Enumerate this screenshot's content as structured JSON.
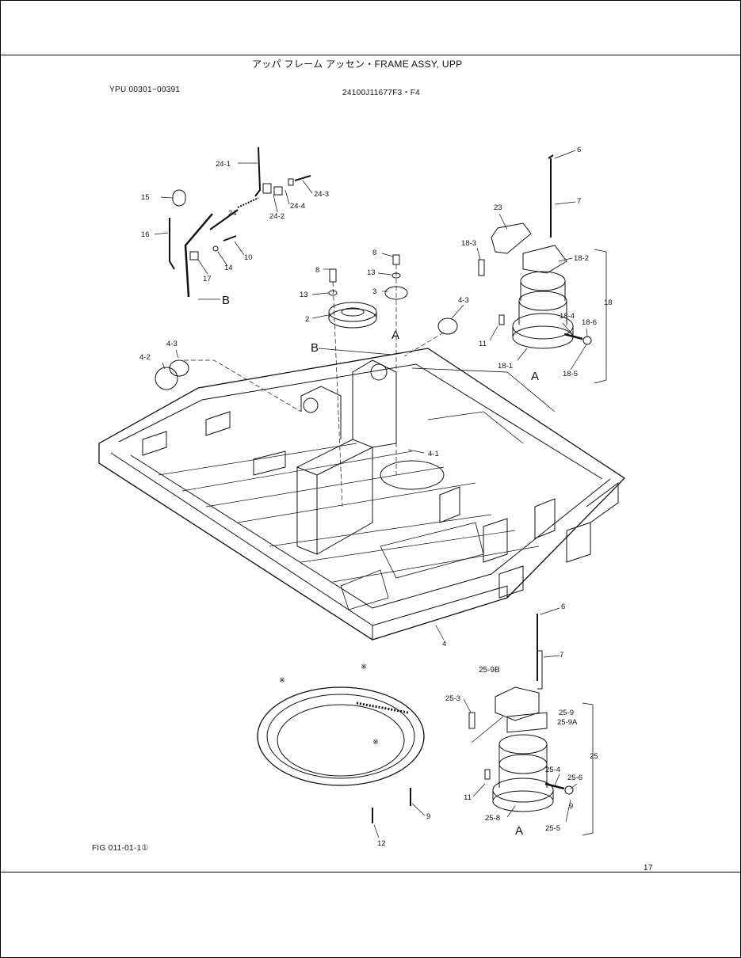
{
  "header": {
    "title": "アッパ フレーム アッセン・FRAME ASSY, UPP",
    "serial_range": "YPU 00301~00391",
    "part_number": "24100J11677F3・F4"
  },
  "footer": {
    "figure_id": "FIG 011-01-1①",
    "page_number": "17"
  },
  "callouts": {
    "c24_1": "24-1",
    "c24_3": "24-3",
    "c24_4": "24-4",
    "c24_2": "24-2",
    "c24": "24",
    "c15": "15",
    "c16": "16",
    "c17": "17",
    "c14": "14",
    "c10": "10",
    "cB1": "B",
    "c8a": "8",
    "c13a": "13",
    "c2": "2",
    "c8b": "8",
    "c13b": "13",
    "c3": "3",
    "c4_3a": "4-3",
    "cA1": "A",
    "cB2": "B",
    "c4_3b": "4-3",
    "c4_2": "4-2",
    "c4_1": "4-1",
    "c4": "4",
    "c6a": "6",
    "c7a": "7",
    "c23": "23",
    "c18_3": "18-3",
    "c18_2": "18-2",
    "c18": "18",
    "c18_4": "18-4",
    "c18_6": "18-6",
    "c11a": "11",
    "c18_1": "18-1",
    "cA2": "A",
    "c18_5": "18-5",
    "cast1": "※",
    "cast2": "※",
    "cast3": "※",
    "c9a": "9",
    "c12": "12",
    "c6b": "6",
    "c7b": "7",
    "c25_9b": "25-9B",
    "c25_3": "25-3",
    "c25_9": "25-9",
    "c25_9a": "25-9A",
    "c25": "25",
    "c25_4": "25-4",
    "c25_6": "25-6",
    "c11b": "11",
    "c9b": "9",
    "c25_8": "25-8",
    "c25_5": "25-5",
    "cA3": "A"
  }
}
